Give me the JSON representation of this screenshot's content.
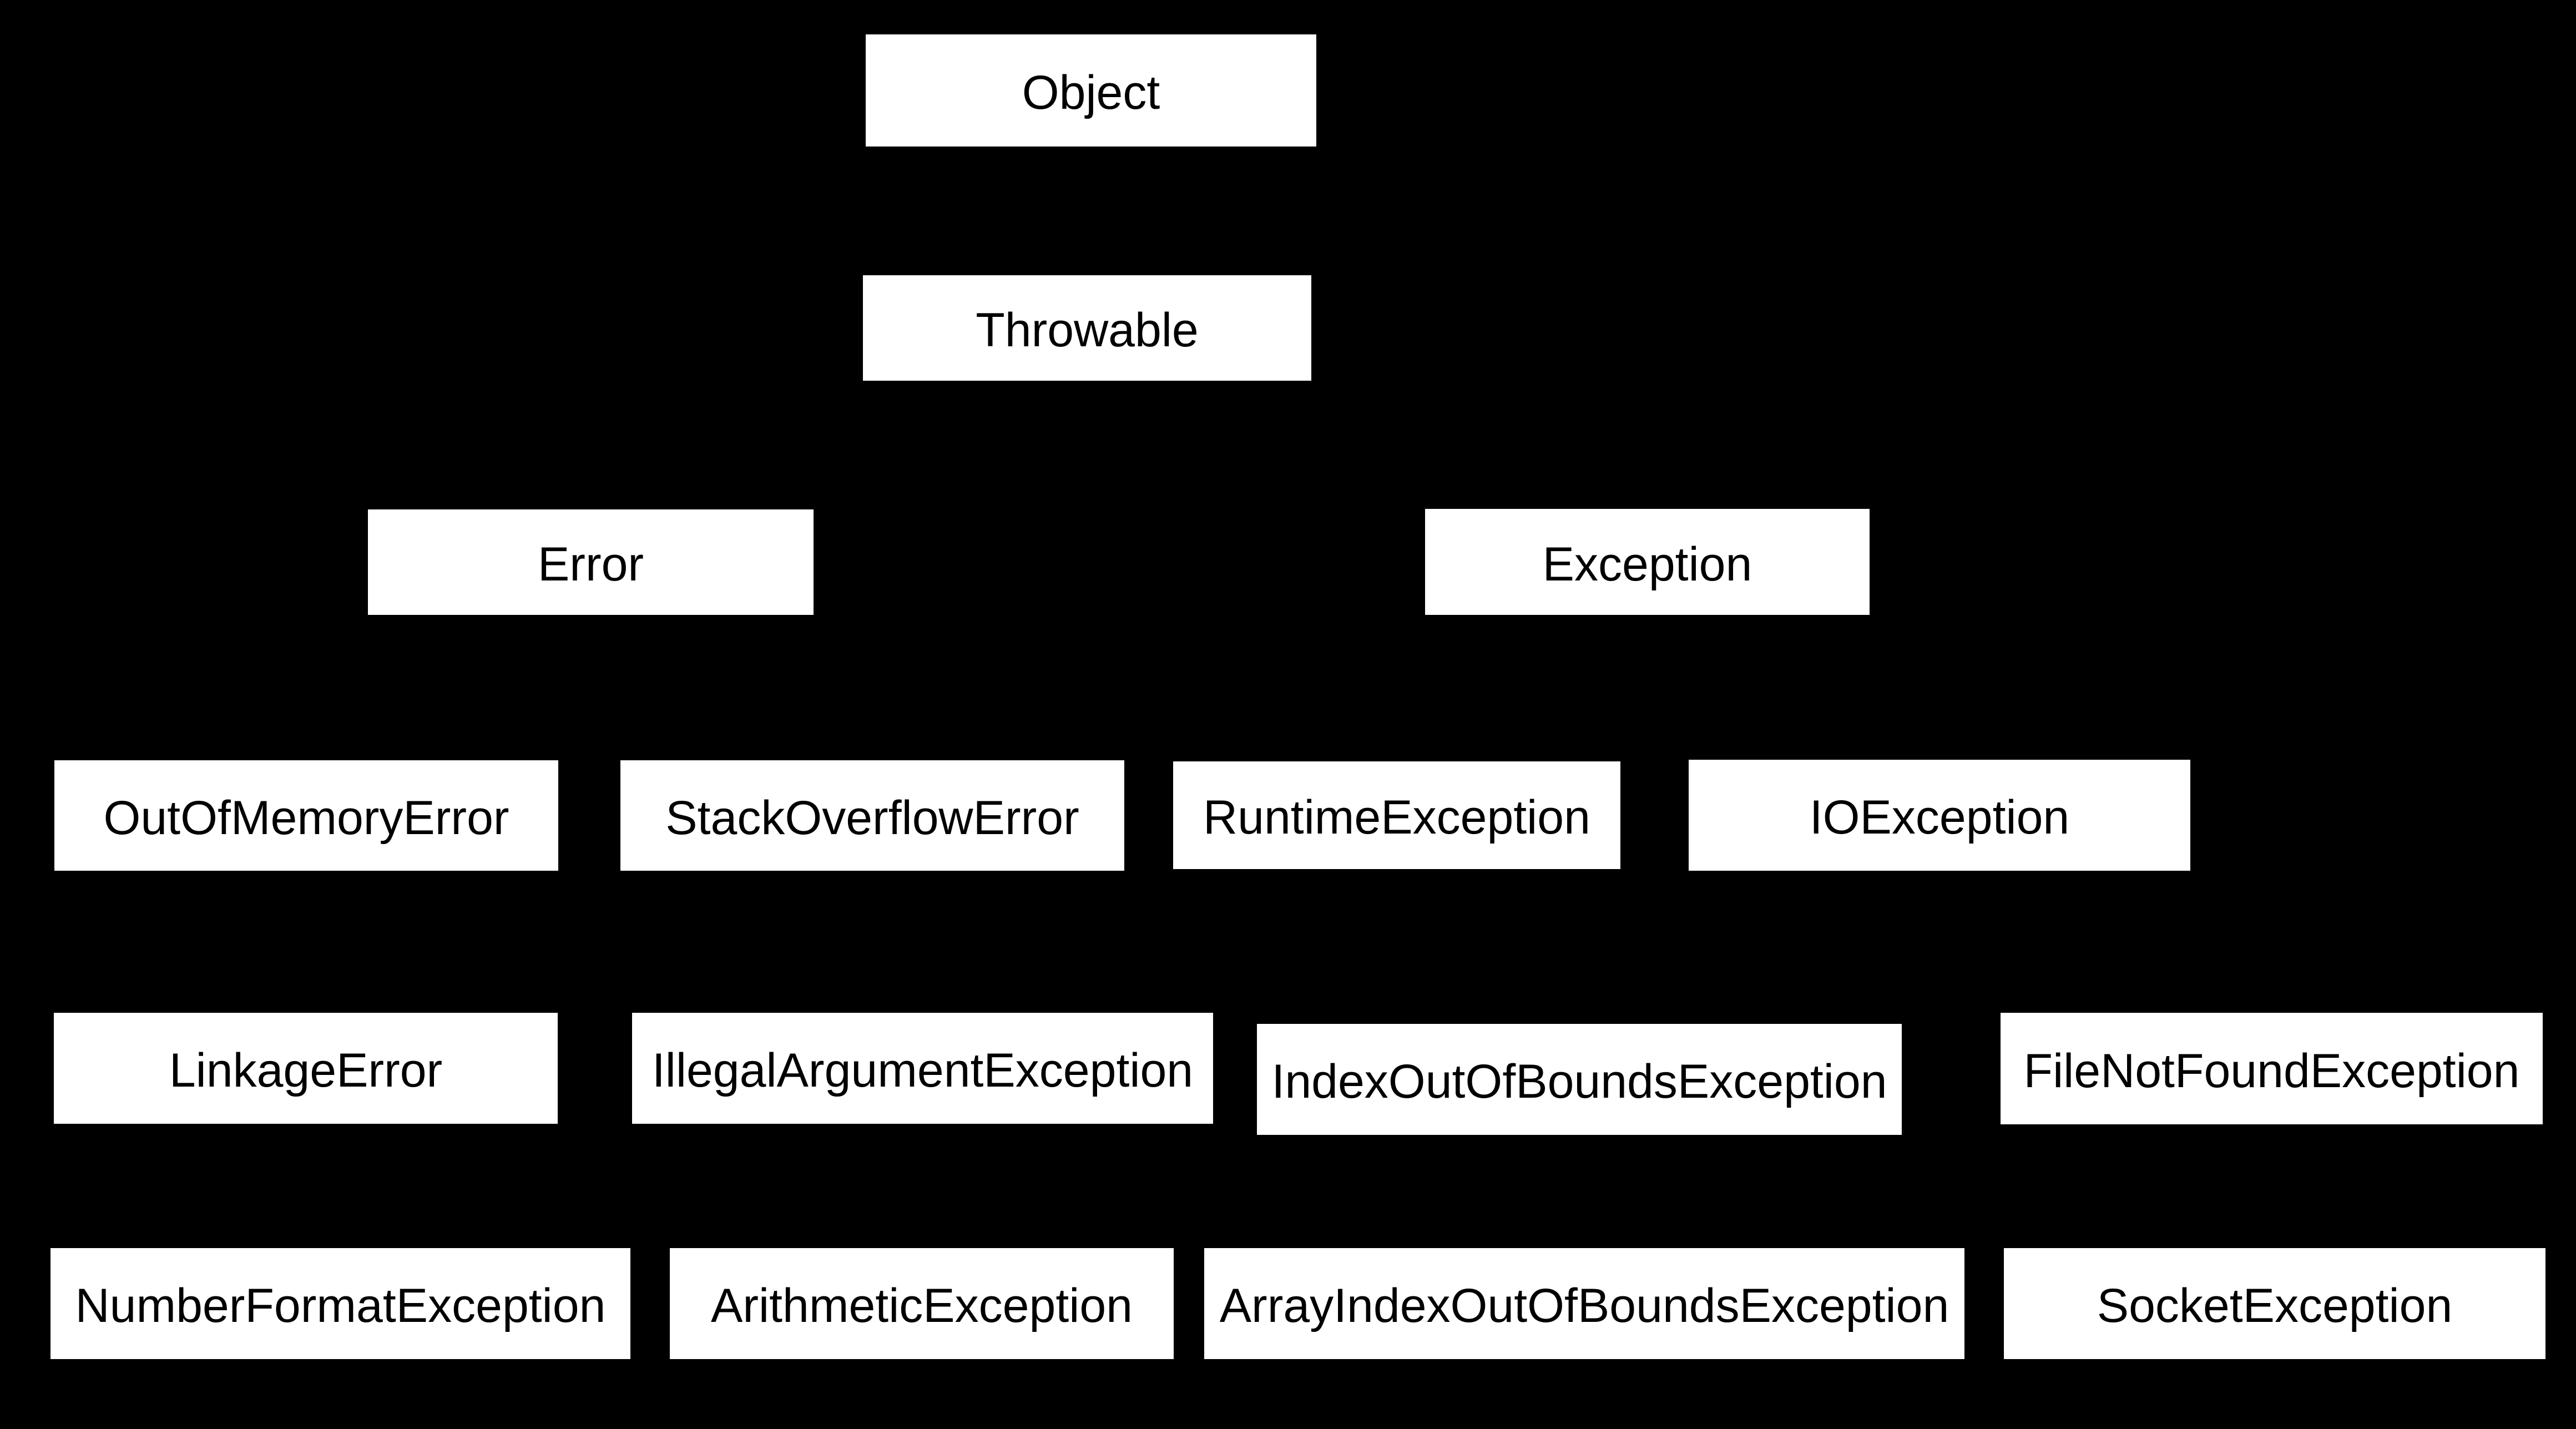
{
  "diagram": {
    "description": "Class hierarchy diagram of white labeled boxes on a black background, arranged in six rows; connecting edges are not visible (black on black)",
    "background_color": "#000000",
    "node_fill_color": "#ffffff",
    "node_text_color": "#000000",
    "edges_visible": false,
    "nodes": {
      "object": {
        "label": "Object"
      },
      "throwable": {
        "label": "Throwable"
      },
      "error": {
        "label": "Error"
      },
      "exception": {
        "label": "Exception"
      },
      "oome": {
        "label": "OutOfMemoryError"
      },
      "soe": {
        "label": "StackOverflowError"
      },
      "runtime": {
        "label": "RuntimeException"
      },
      "ioexception": {
        "label": "IOException"
      },
      "linkage": {
        "label": "LinkageError"
      },
      "illegalarg": {
        "label": "IllegalArgumentException"
      },
      "indexoob": {
        "label": "IndexOutOfBoundsException"
      },
      "filenotfound": {
        "label": "FileNotFoundException"
      },
      "numberformat": {
        "label": "NumberFormatException"
      },
      "arithmetic": {
        "label": "ArithmeticException"
      },
      "arrayindexoob": {
        "label": "ArrayIndexOutOfBoundsException"
      },
      "socket": {
        "label": "SocketException"
      }
    },
    "rows": [
      [
        "Object"
      ],
      [
        "Throwable"
      ],
      [
        "Error",
        "Exception"
      ],
      [
        "OutOfMemoryError",
        "StackOverflowError",
        "RuntimeException",
        "IOException"
      ],
      [
        "LinkageError",
        "IllegalArgumentException",
        "IndexOutOfBoundsException",
        "FileNotFoundException"
      ],
      [
        "NumberFormatException",
        "ArithmeticException",
        "ArrayIndexOutOfBoundsException",
        "SocketException"
      ]
    ]
  }
}
